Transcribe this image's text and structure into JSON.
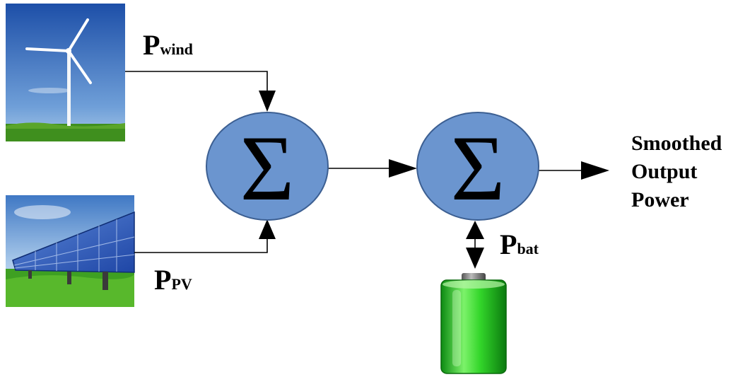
{
  "labels": {
    "wind": {
      "main": "P",
      "sub": "wind"
    },
    "pv": {
      "main": "P",
      "sub": "PV"
    },
    "bat": {
      "main": "P",
      "sub": "bat"
    },
    "output_line1": "Smoothed",
    "output_line2": "Output",
    "output_line3": "Power"
  },
  "nodes": {
    "sum_symbol": "Σ"
  },
  "colors": {
    "summer_fill": "#6b95cf",
    "summer_stroke": "#3c5f92",
    "battery_green": "#27d21f",
    "sky_blue": "#2b5fb6",
    "grass_green": "#3f8f1e"
  },
  "icons": {
    "wind_source": "wind-turbine-photo",
    "pv_source": "solar-panel-photo",
    "storage": "battery-icon"
  }
}
